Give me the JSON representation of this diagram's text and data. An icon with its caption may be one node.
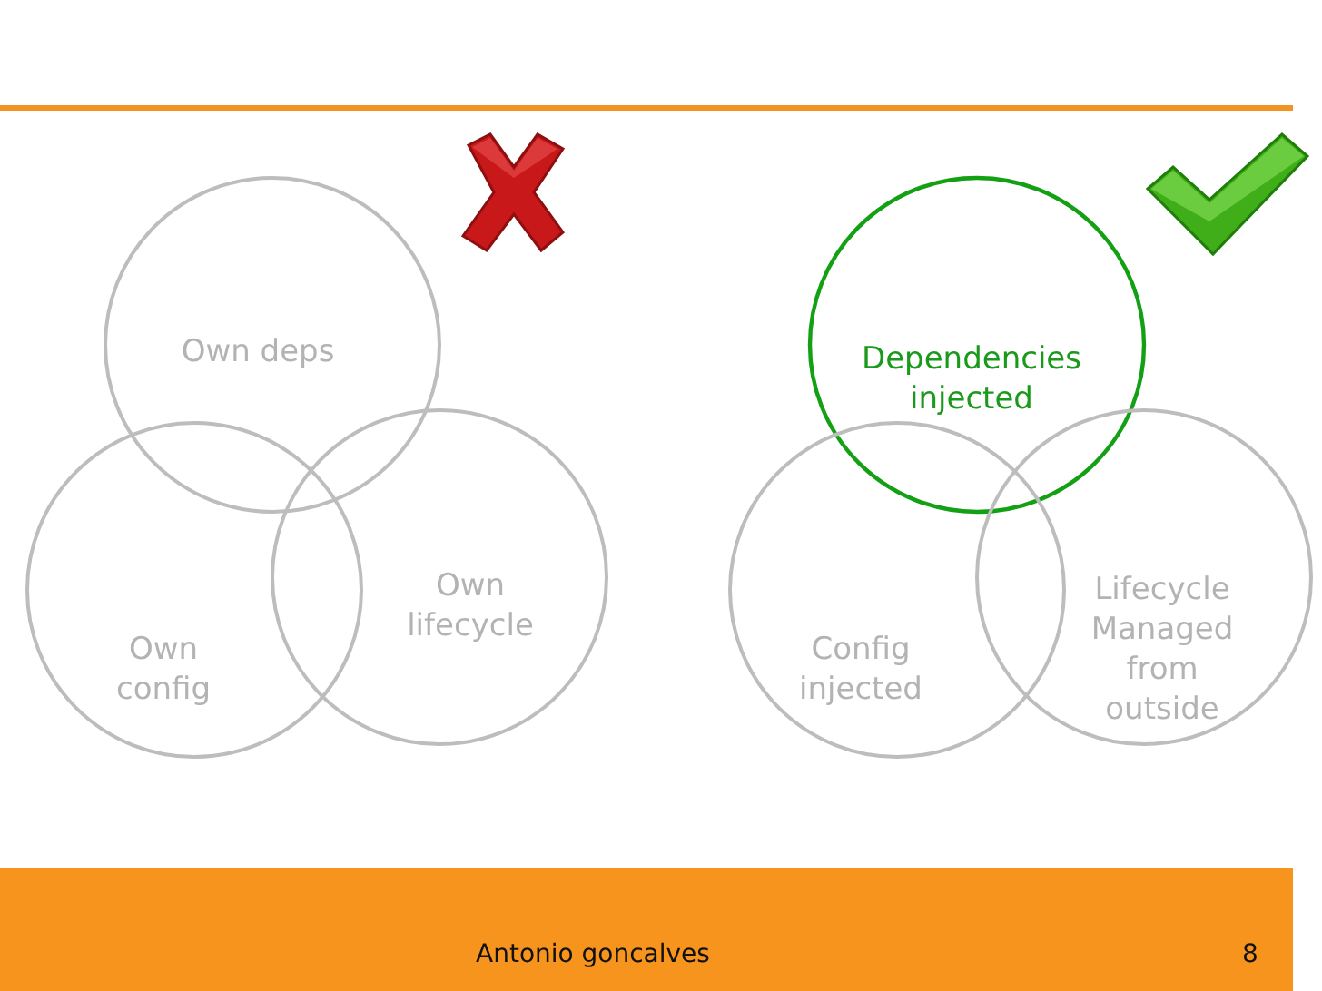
{
  "diagram": {
    "nodes": [
      {
        "text": [
          "Own deps"
        ]
      },
      {
        "text": [
          "Own config"
        ]
      },
      {
        "text": [
          "Own lifecycle"
        ]
      },
      {
        "text": [
          "Dependencies injected"
        ]
      },
      {
        "text": [
          "Config injected"
        ]
      },
      {
        "text": [
          "Lifecycle Managed from outside"
        ]
      }
    ],
    "edges": [],
    "labels": [
      "Antonio goncalves",
      "8"
    ]
  }
}
